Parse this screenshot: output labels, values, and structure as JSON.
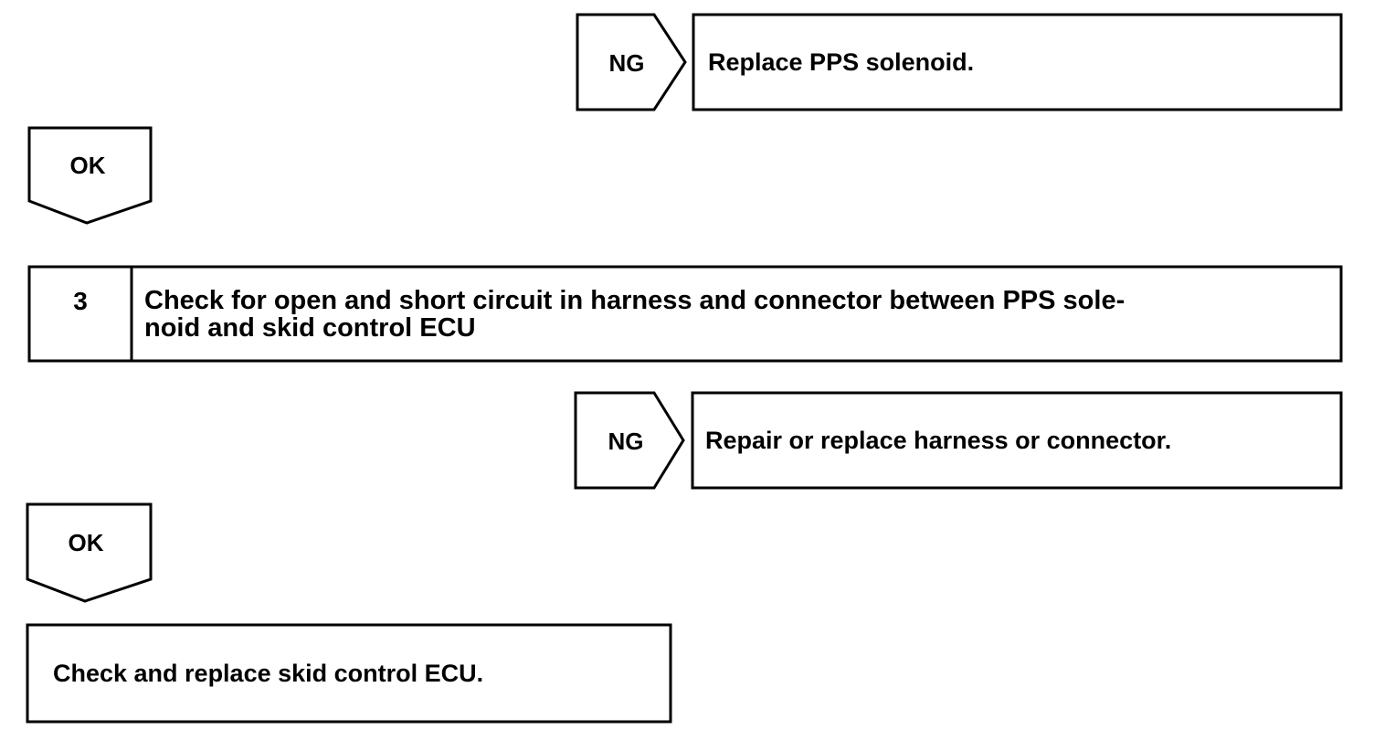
{
  "flowchart": {
    "ng_1": {
      "label": "NG",
      "action": "Replace PPS solenoid."
    },
    "ok_1": {
      "label": "OK"
    },
    "step_3": {
      "number": "3",
      "title_line_1": "Check for open and short circuit in harness and connector between PPS sole-",
      "title_line_2": "noid and skid control ECU"
    },
    "ng_2": {
      "label": "NG",
      "action": "Repair or replace harness or connector."
    },
    "ok_2": {
      "label": "OK"
    },
    "final": {
      "action": "Check and replace skid control ECU."
    }
  }
}
